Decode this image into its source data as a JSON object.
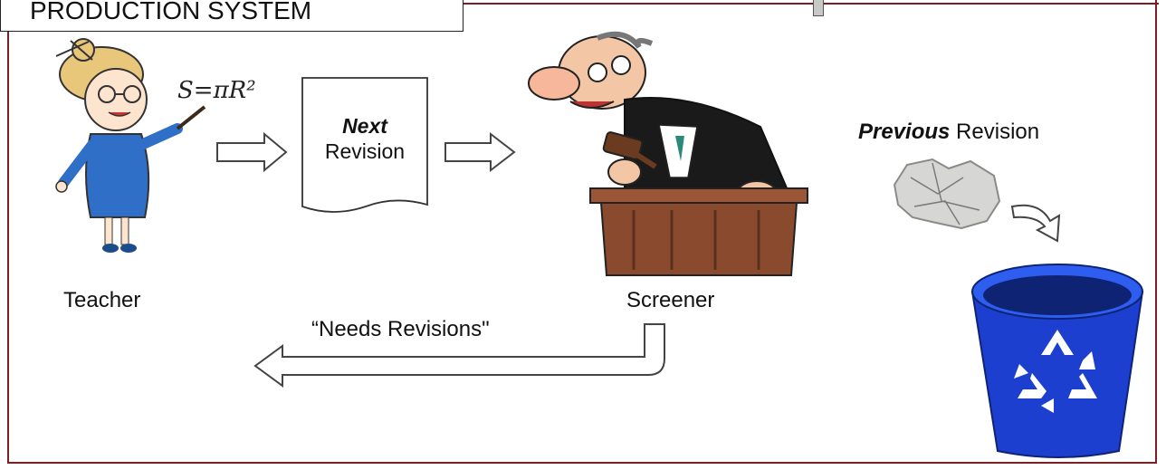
{
  "title": "PRODUCTION SYSTEM",
  "document": {
    "line1": "Next",
    "line2": "Revision"
  },
  "labels": {
    "teacher": "Teacher",
    "screener": "Screener",
    "needs_revisions": "“Needs Revisions\"",
    "previous_bold": "Previous",
    "previous_rest": " Revision"
  },
  "formula": "S=πR²",
  "colors": {
    "frame": "#7b1f24",
    "bin": "#1d3fd0",
    "teacher_dress": "#2f6fc7",
    "judge_bench": "#8a4a2e"
  },
  "icons": [
    "teacher-illustration",
    "document-icon",
    "judge-illustration",
    "crumpled-paper-icon",
    "recycle-bin-icon",
    "arrow-icon"
  ]
}
